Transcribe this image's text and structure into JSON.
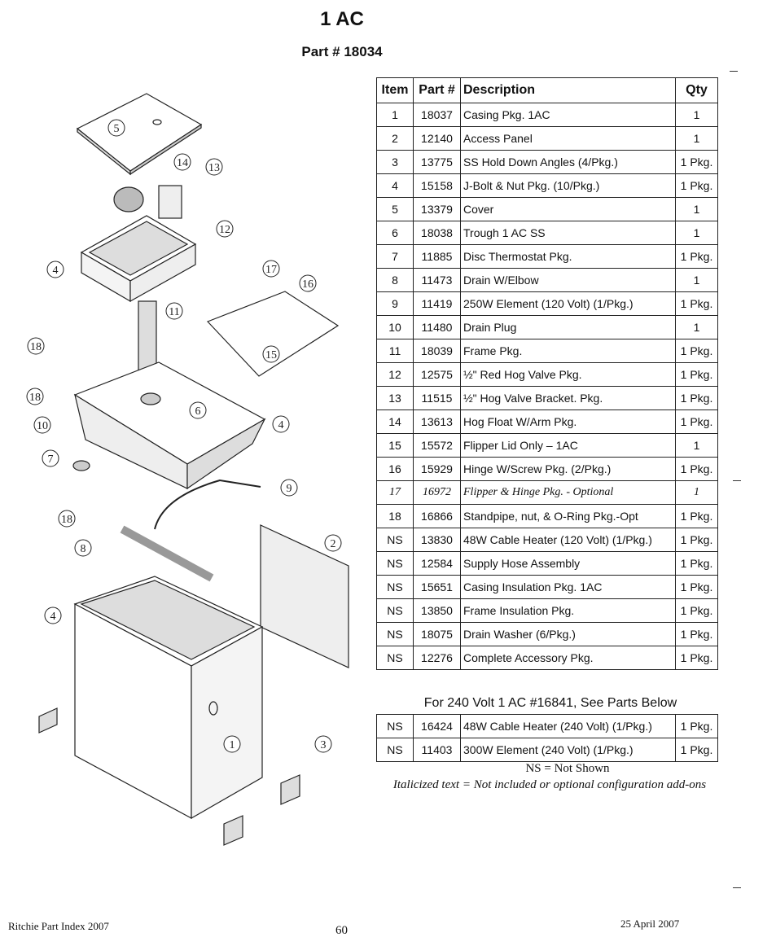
{
  "title": "1 AC",
  "part_number": "Part # 18034",
  "table": {
    "headers": [
      "Item",
      "Part #",
      "Description",
      "Qty"
    ],
    "rows": [
      {
        "item": "1",
        "part": "18037",
        "desc": "Casing Pkg. 1AC",
        "qty": "1"
      },
      {
        "item": "2",
        "part": "12140",
        "desc": "Access Panel",
        "qty": "1"
      },
      {
        "item": "3",
        "part": "13775",
        "desc": "SS Hold Down Angles (4/Pkg.)",
        "qty": "1 Pkg."
      },
      {
        "item": "4",
        "part": "15158",
        "desc": "J-Bolt & Nut Pkg. (10/Pkg.)",
        "qty": "1 Pkg."
      },
      {
        "item": "5",
        "part": "13379",
        "desc": "Cover",
        "qty": "1"
      },
      {
        "item": "6",
        "part": "18038",
        "desc": "Trough 1 AC SS",
        "qty": "1"
      },
      {
        "item": "7",
        "part": "11885",
        "desc": "Disc Thermostat Pkg.",
        "qty": "1 Pkg."
      },
      {
        "item": "8",
        "part": "11473",
        "desc": "Drain W/Elbow",
        "qty": "1"
      },
      {
        "item": "9",
        "part": "11419",
        "desc": "250W Element (120 Volt) (1/Pkg.)",
        "qty": "1 Pkg."
      },
      {
        "item": "10",
        "part": "11480",
        "desc": "Drain Plug",
        "qty": "1"
      },
      {
        "item": "11",
        "part": "18039",
        "desc": "Frame Pkg.",
        "qty": "1 Pkg."
      },
      {
        "item": "12",
        "part": "12575",
        "desc": "½\" Red Hog Valve Pkg.",
        "qty": "1 Pkg."
      },
      {
        "item": "13",
        "part": "11515",
        "desc": "½\" Hog Valve Bracket. Pkg.",
        "qty": "1 Pkg."
      },
      {
        "item": "14",
        "part": "13613",
        "desc": "Hog Float W/Arm Pkg.",
        "qty": "1 Pkg."
      },
      {
        "item": "15",
        "part": "15572",
        "desc": "Flipper Lid Only – 1AC",
        "qty": "1"
      },
      {
        "item": "16",
        "part": "15929",
        "desc": "Hinge W/Screw Pkg. (2/Pkg.)",
        "qty": "1 Pkg."
      },
      {
        "item": "17",
        "part": "16972",
        "desc": "Flipper & Hinge Pkg. - Optional",
        "qty": "1",
        "italic": true
      },
      {
        "item": "18",
        "part": "16866",
        "desc": "Standpipe, nut, & O-Ring Pkg.-Opt",
        "qty": "1 Pkg."
      },
      {
        "item": "NS",
        "part": "13830",
        "desc": "48W Cable Heater (120 Volt) (1/Pkg.)",
        "qty": "1 Pkg."
      },
      {
        "item": "NS",
        "part": "12584",
        "desc": "Supply Hose Assembly",
        "qty": "1 Pkg."
      },
      {
        "item": "NS",
        "part": "15651",
        "desc": "Casing Insulation Pkg. 1AC",
        "qty": "1 Pkg."
      },
      {
        "item": "NS",
        "part": "13850",
        "desc": "Frame Insulation Pkg.",
        "qty": "1 Pkg."
      },
      {
        "item": "NS",
        "part": "18075",
        "desc": "Drain Washer (6/Pkg.)",
        "qty": "1 Pkg."
      },
      {
        "item": "NS",
        "part": "12276",
        "desc": "Complete Accessory Pkg.",
        "qty": "1 Pkg."
      }
    ]
  },
  "v240": {
    "title": "For 240 Volt 1 AC #16841, See Parts Below",
    "rows": [
      {
        "item": "NS",
        "part": "16424",
        "desc": "48W Cable Heater (240 Volt) (1/Pkg.)",
        "qty": "1 Pkg."
      },
      {
        "item": "NS",
        "part": "11403",
        "desc": "300W Element (240 Volt) (1/Pkg.)",
        "qty": "1 Pkg."
      }
    ]
  },
  "notes": {
    "ns": "NS = Not Shown",
    "italic": "Italicized text = Not included or optional configuration add-ons"
  },
  "diagram": {
    "callouts": [
      "5",
      "14",
      "13",
      "12",
      "4",
      "17",
      "16",
      "11",
      "18",
      "15",
      "18",
      "10",
      "6",
      "4",
      "7",
      "9",
      "18",
      "8",
      "2",
      "4",
      "1",
      "3"
    ]
  },
  "footer": {
    "left": "Ritchie Part Index 2007",
    "page": "60",
    "right": "25 April 2007"
  }
}
